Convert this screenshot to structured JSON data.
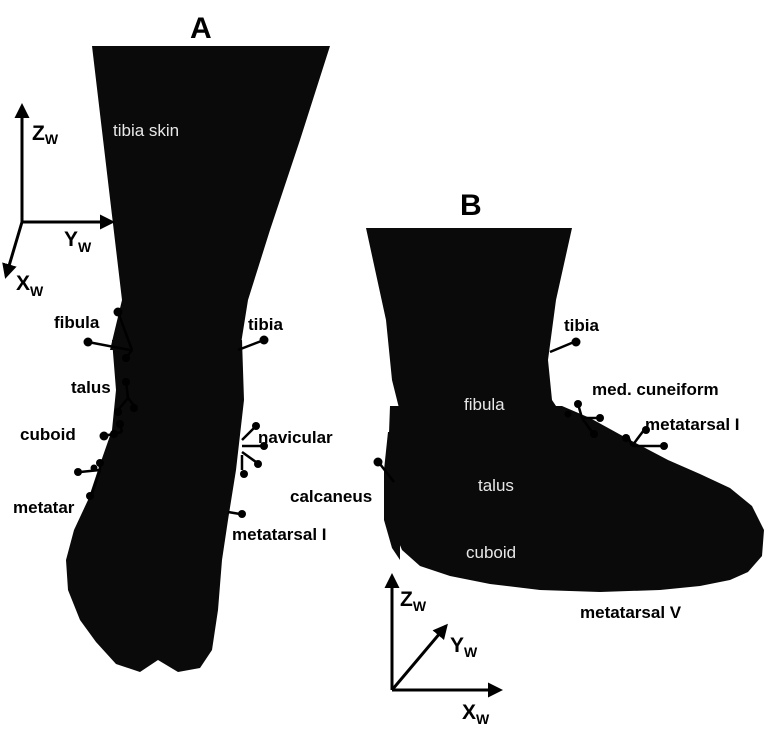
{
  "panels": {
    "a": {
      "letter": "A",
      "inner_labels": {
        "tibia_skin": "tibia skin"
      },
      "labels": {
        "fibula": "fibula",
        "tibia": "tibia",
        "talus": "talus",
        "cuboid": "cuboid",
        "navicular": "navicular",
        "metatarsal_v": "metatar",
        "metatarsal_i": "metatarsal I"
      }
    },
    "b": {
      "letter": "B",
      "inner_labels": {
        "fibula": "fibula",
        "talus": "talus",
        "cuboid": "cuboid"
      },
      "labels": {
        "tibia": "tibia",
        "med_cuneiform": "med. cuneiform",
        "metatarsal_i": "metatarsal I",
        "calcaneus": "calcaneus",
        "metatarsal_v": "metatarsal V"
      }
    }
  },
  "axes": {
    "a": {
      "z": {
        "main": "Z",
        "sub": "W"
      },
      "y": {
        "main": "Y",
        "sub": "W"
      },
      "x": {
        "main": "X",
        "sub": "W"
      }
    },
    "b": {
      "z": {
        "main": "Z",
        "sub": "W"
      },
      "y": {
        "main": "Y",
        "sub": "W"
      },
      "x": {
        "main": "X",
        "sub": "W"
      }
    }
  },
  "colors": {
    "silhouette": "#0a0a0a",
    "background": "#ffffff",
    "inner_text": "#e8e8e8"
  }
}
